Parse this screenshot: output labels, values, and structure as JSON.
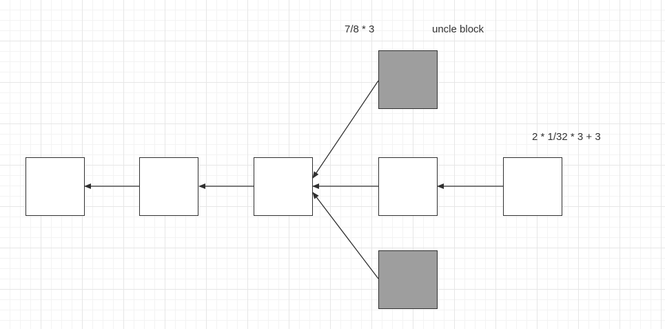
{
  "diagram": {
    "labels": {
      "uncle_reward": "7/8 * 3",
      "uncle_block": "uncle block",
      "nephew_reward": "2 * 1/32 * 3 + 3"
    },
    "blocks": [
      {
        "id": "block-1",
        "kind": "main"
      },
      {
        "id": "block-2",
        "kind": "main"
      },
      {
        "id": "block-3",
        "kind": "main"
      },
      {
        "id": "block-4",
        "kind": "main"
      },
      {
        "id": "block-5",
        "kind": "main"
      },
      {
        "id": "uncle-top",
        "kind": "uncle"
      },
      {
        "id": "uncle-bottom",
        "kind": "uncle"
      }
    ],
    "arrows": [
      {
        "from": "block-2",
        "to": "block-1"
      },
      {
        "from": "block-3",
        "to": "block-2"
      },
      {
        "from": "block-4",
        "to": "block-3"
      },
      {
        "from": "block-5",
        "to": "block-4"
      },
      {
        "from": "uncle-top",
        "to": "block-3"
      },
      {
        "from": "uncle-bottom",
        "to": "block-3"
      }
    ],
    "colors": {
      "uncle_fill": "#9e9e9e",
      "block_fill": "#ffffff",
      "stroke": "#2f2f2f"
    }
  }
}
